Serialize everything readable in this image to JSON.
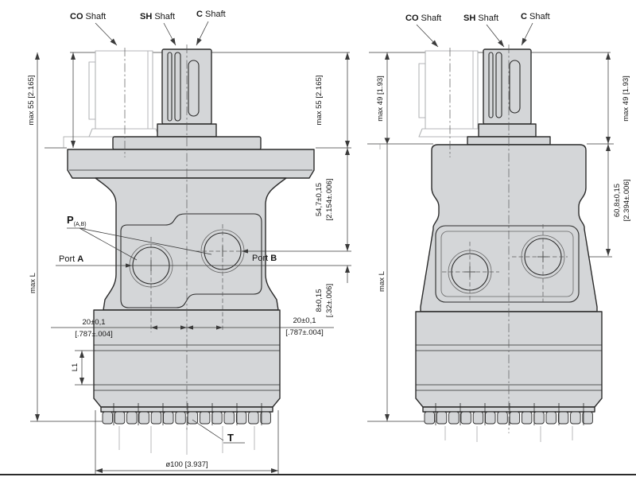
{
  "labels": {
    "shafts": [
      {
        "bold": "CO",
        "rest": " Shaft"
      },
      {
        "bold": "SH",
        "rest": " Shaft"
      },
      {
        "bold": "C",
        "rest": " Shaft"
      }
    ],
    "p_ports": {
      "main": "P",
      "sub": "(A,B)"
    },
    "port_a": {
      "prefix": "Port ",
      "bold": "A"
    },
    "port_b": {
      "prefix": "Port ",
      "bold": "B"
    },
    "t": "T"
  },
  "dims": {
    "left": {
      "max_shaft": "max 55 [2.165]",
      "max_l": "max L",
      "flange_to_port_mm": "54,7±0,15",
      "flange_to_port_in": "[2.154±.006]",
      "port_offset_mm": "8±0,15",
      "port_offset_in": "[.32±.006]",
      "port_spacing_mm": "20±0,1",
      "port_spacing_in": "[.787±.004]",
      "l1": "L1",
      "dia": "ø100 [3.937]"
    },
    "right": {
      "max_shaft": "max 49 [1.93]",
      "max_l": "max L",
      "top_to_port_mm": "60,8±0,15",
      "top_to_port_in": "[2.394±.006]"
    }
  },
  "colors": {
    "body_fill": "#d4d6d8",
    "outline": "#2b2b2b",
    "dimension": "#3a3a3a",
    "ghost": "#b4b6b8"
  }
}
